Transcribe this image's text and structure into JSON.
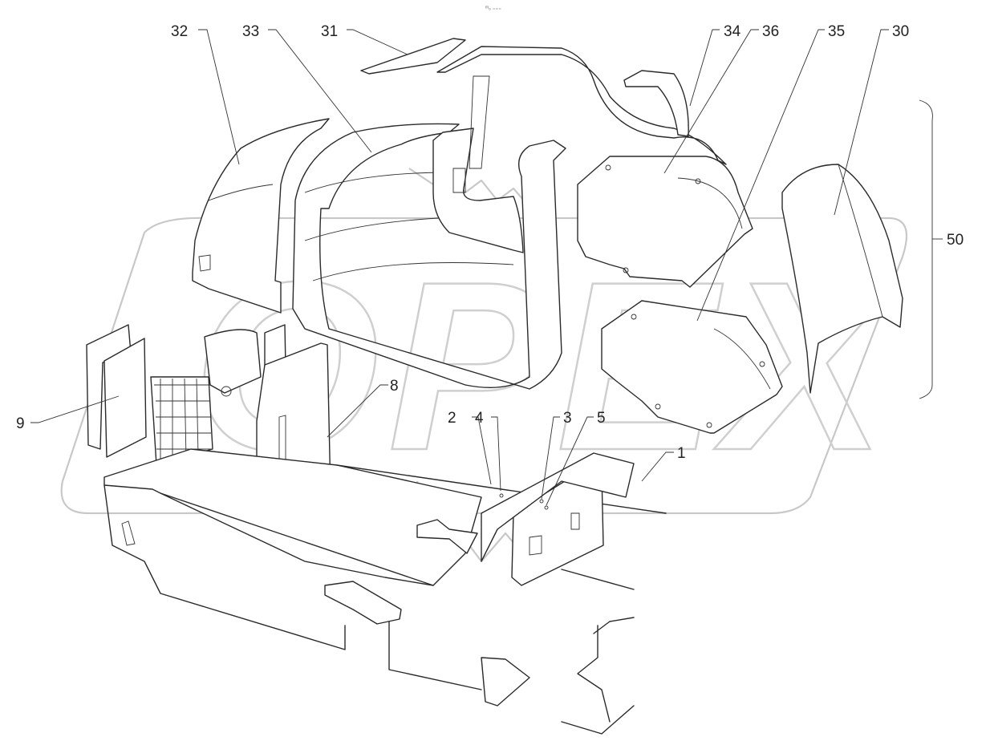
{
  "header": {
    "top_mark": "ᵐ₀ ₌₌₌"
  },
  "watermark": {
    "text": "OPEX"
  },
  "callouts": [
    {
      "id": "32",
      "label": "32"
    },
    {
      "id": "33",
      "label": "33"
    },
    {
      "id": "31",
      "label": "31"
    },
    {
      "id": "34",
      "label": "34"
    },
    {
      "id": "36",
      "label": "36"
    },
    {
      "id": "35",
      "label": "35"
    },
    {
      "id": "30",
      "label": "30"
    },
    {
      "id": "50",
      "label": "50"
    },
    {
      "id": "9",
      "label": "9"
    },
    {
      "id": "8",
      "label": "8"
    },
    {
      "id": "2",
      "label": "2"
    },
    {
      "id": "4",
      "label": "4"
    },
    {
      "id": "3",
      "label": "3"
    },
    {
      "id": "5",
      "label": "5"
    },
    {
      "id": "1",
      "label": "1"
    }
  ]
}
